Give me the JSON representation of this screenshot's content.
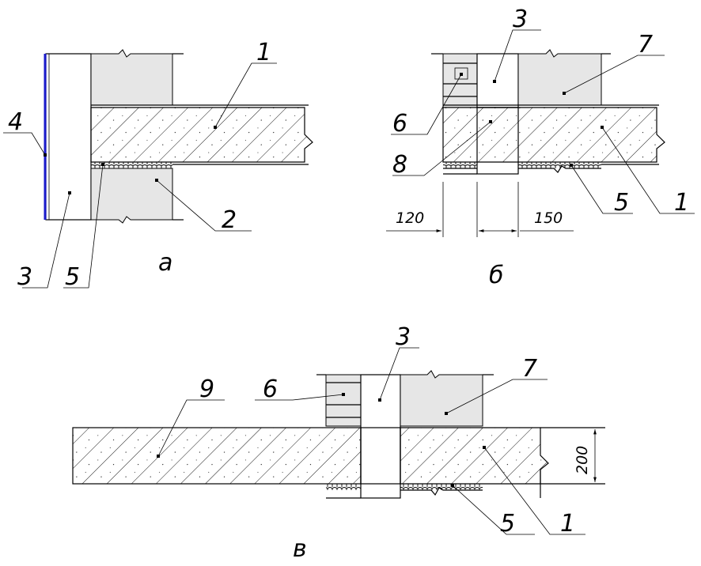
{
  "figures": {
    "a": {
      "caption": "а",
      "callouts": {
        "c1": "1",
        "c2": "2",
        "c3": "3",
        "c4": "4",
        "c5": "5"
      }
    },
    "b": {
      "caption": "б",
      "callouts": {
        "c1": "1",
        "c3": "3",
        "c5": "5",
        "c6": "6",
        "c7": "7",
        "c8": "8"
      },
      "dimensions": {
        "left": "120",
        "right": "150"
      }
    },
    "v": {
      "caption": "в",
      "callouts": {
        "c1": "1",
        "c3": "3",
        "c5": "5",
        "c6": "6",
        "c7": "7",
        "c9": "9"
      },
      "dimensions": {
        "thickness": "200"
      }
    }
  },
  "colors": {
    "facade_line": "#1a1acc",
    "ink": "#000000",
    "block_fill": "#e6e6e6"
  }
}
